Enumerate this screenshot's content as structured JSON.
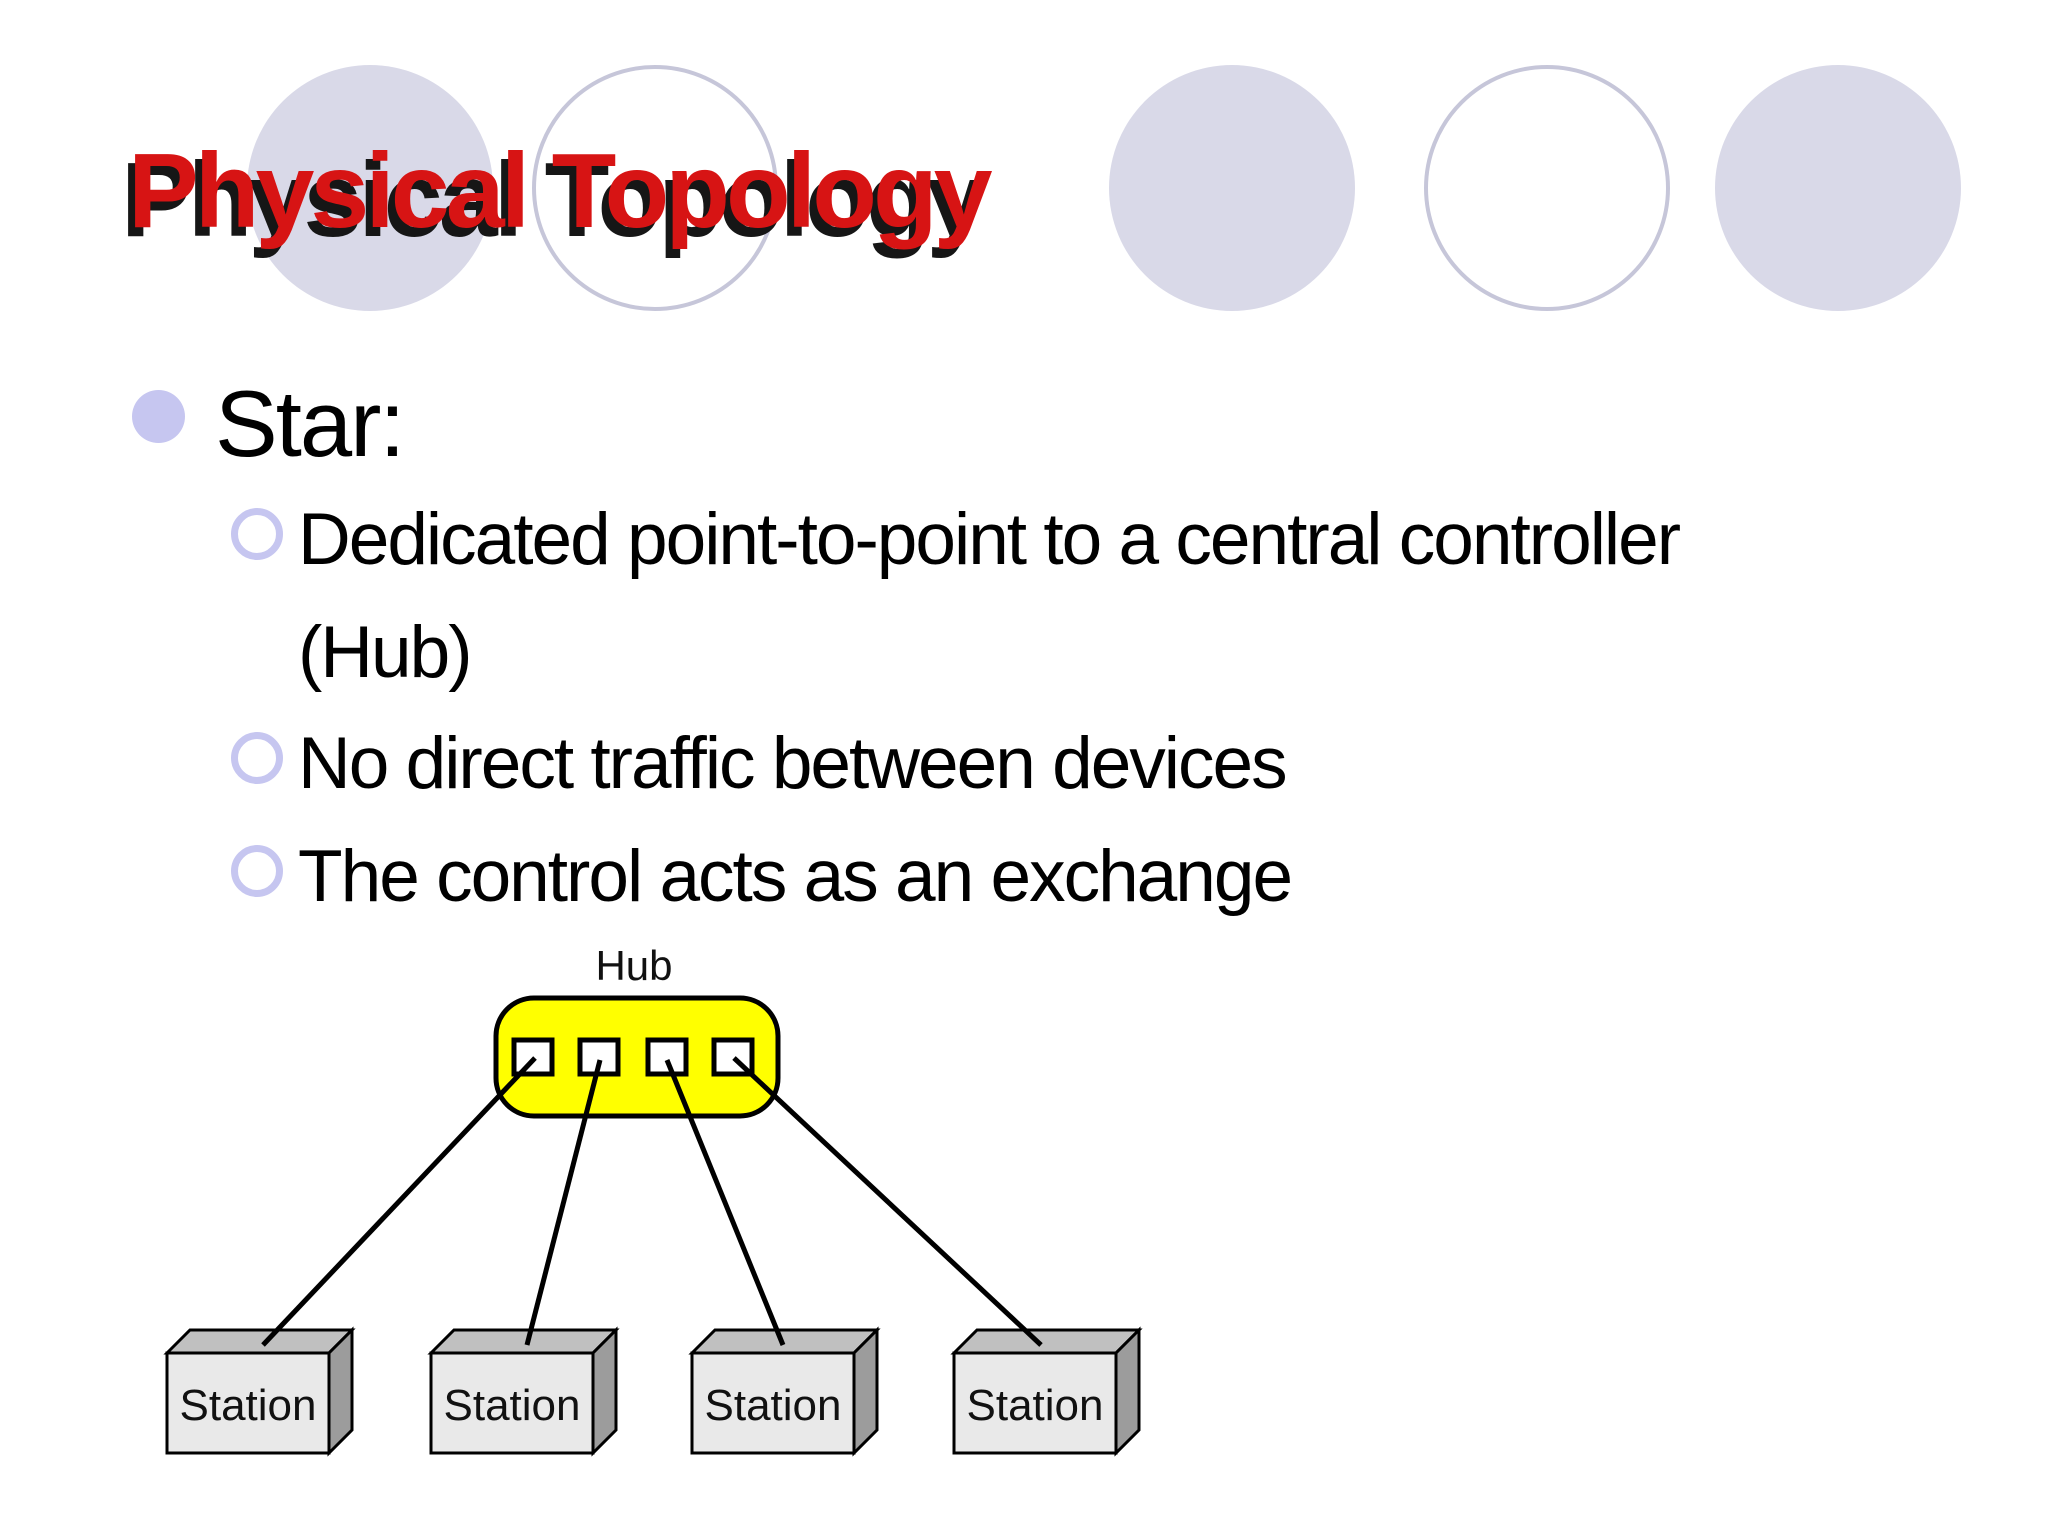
{
  "slide": {
    "title": "Physical Topology",
    "bullet": "Star:",
    "sub_bullets": [
      {
        "text": "Dedicated point-to-point to a central controller",
        "has_marker": true
      },
      {
        "text": "(Hub)",
        "has_marker": false
      },
      {
        "text": "No direct traffic between devices",
        "has_marker": true
      },
      {
        "text": "The control acts as an exchange",
        "has_marker": true
      }
    ]
  },
  "diagram": {
    "hub_label": "Hub",
    "station_labels": [
      "Station",
      "Station",
      "Station",
      "Station"
    ],
    "port_count": 4
  },
  "colors": {
    "title_red": "#d71414",
    "title_shadow": "#161616",
    "bullet_lavender": "#c6c6f0",
    "circle_fill": "#d9d9e8",
    "circle_stroke": "#c6c6d9",
    "hub_yellow": "#ffff00",
    "station_front": "#e9e9e9",
    "station_top": "#c0c0c0",
    "station_side": "#9c9c9c",
    "outline_black": "#000000"
  }
}
